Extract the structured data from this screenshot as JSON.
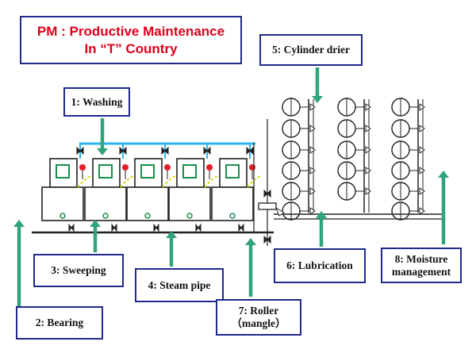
{
  "title": {
    "line1": "PM : Productive Maintenance",
    "line2": "In “T” Country"
  },
  "labels": {
    "washing": "1: Washing",
    "bearing": "2: Bearing",
    "sweeping": "3:  Sweeping",
    "steam_pipe": "4: Steam pipe",
    "cylinder_drier": "5: Cylinder drier",
    "lubrication": "6: Lubrication",
    "roller_line1": "7: Roller",
    "roller_line2": "（mangle）",
    "moisture_line1": "8: Moisture",
    "moisture_line2": "management"
  },
  "colors": {
    "box_border": "#1f2a8a",
    "title_text": "#e0001a",
    "arrow": "#2fa37a",
    "pipe": "#29b6e8",
    "machine_line": "#222222",
    "frame_green": "#1a8f4a",
    "valve_red": "#e0202a",
    "valve_yellow": "#d8d800"
  }
}
